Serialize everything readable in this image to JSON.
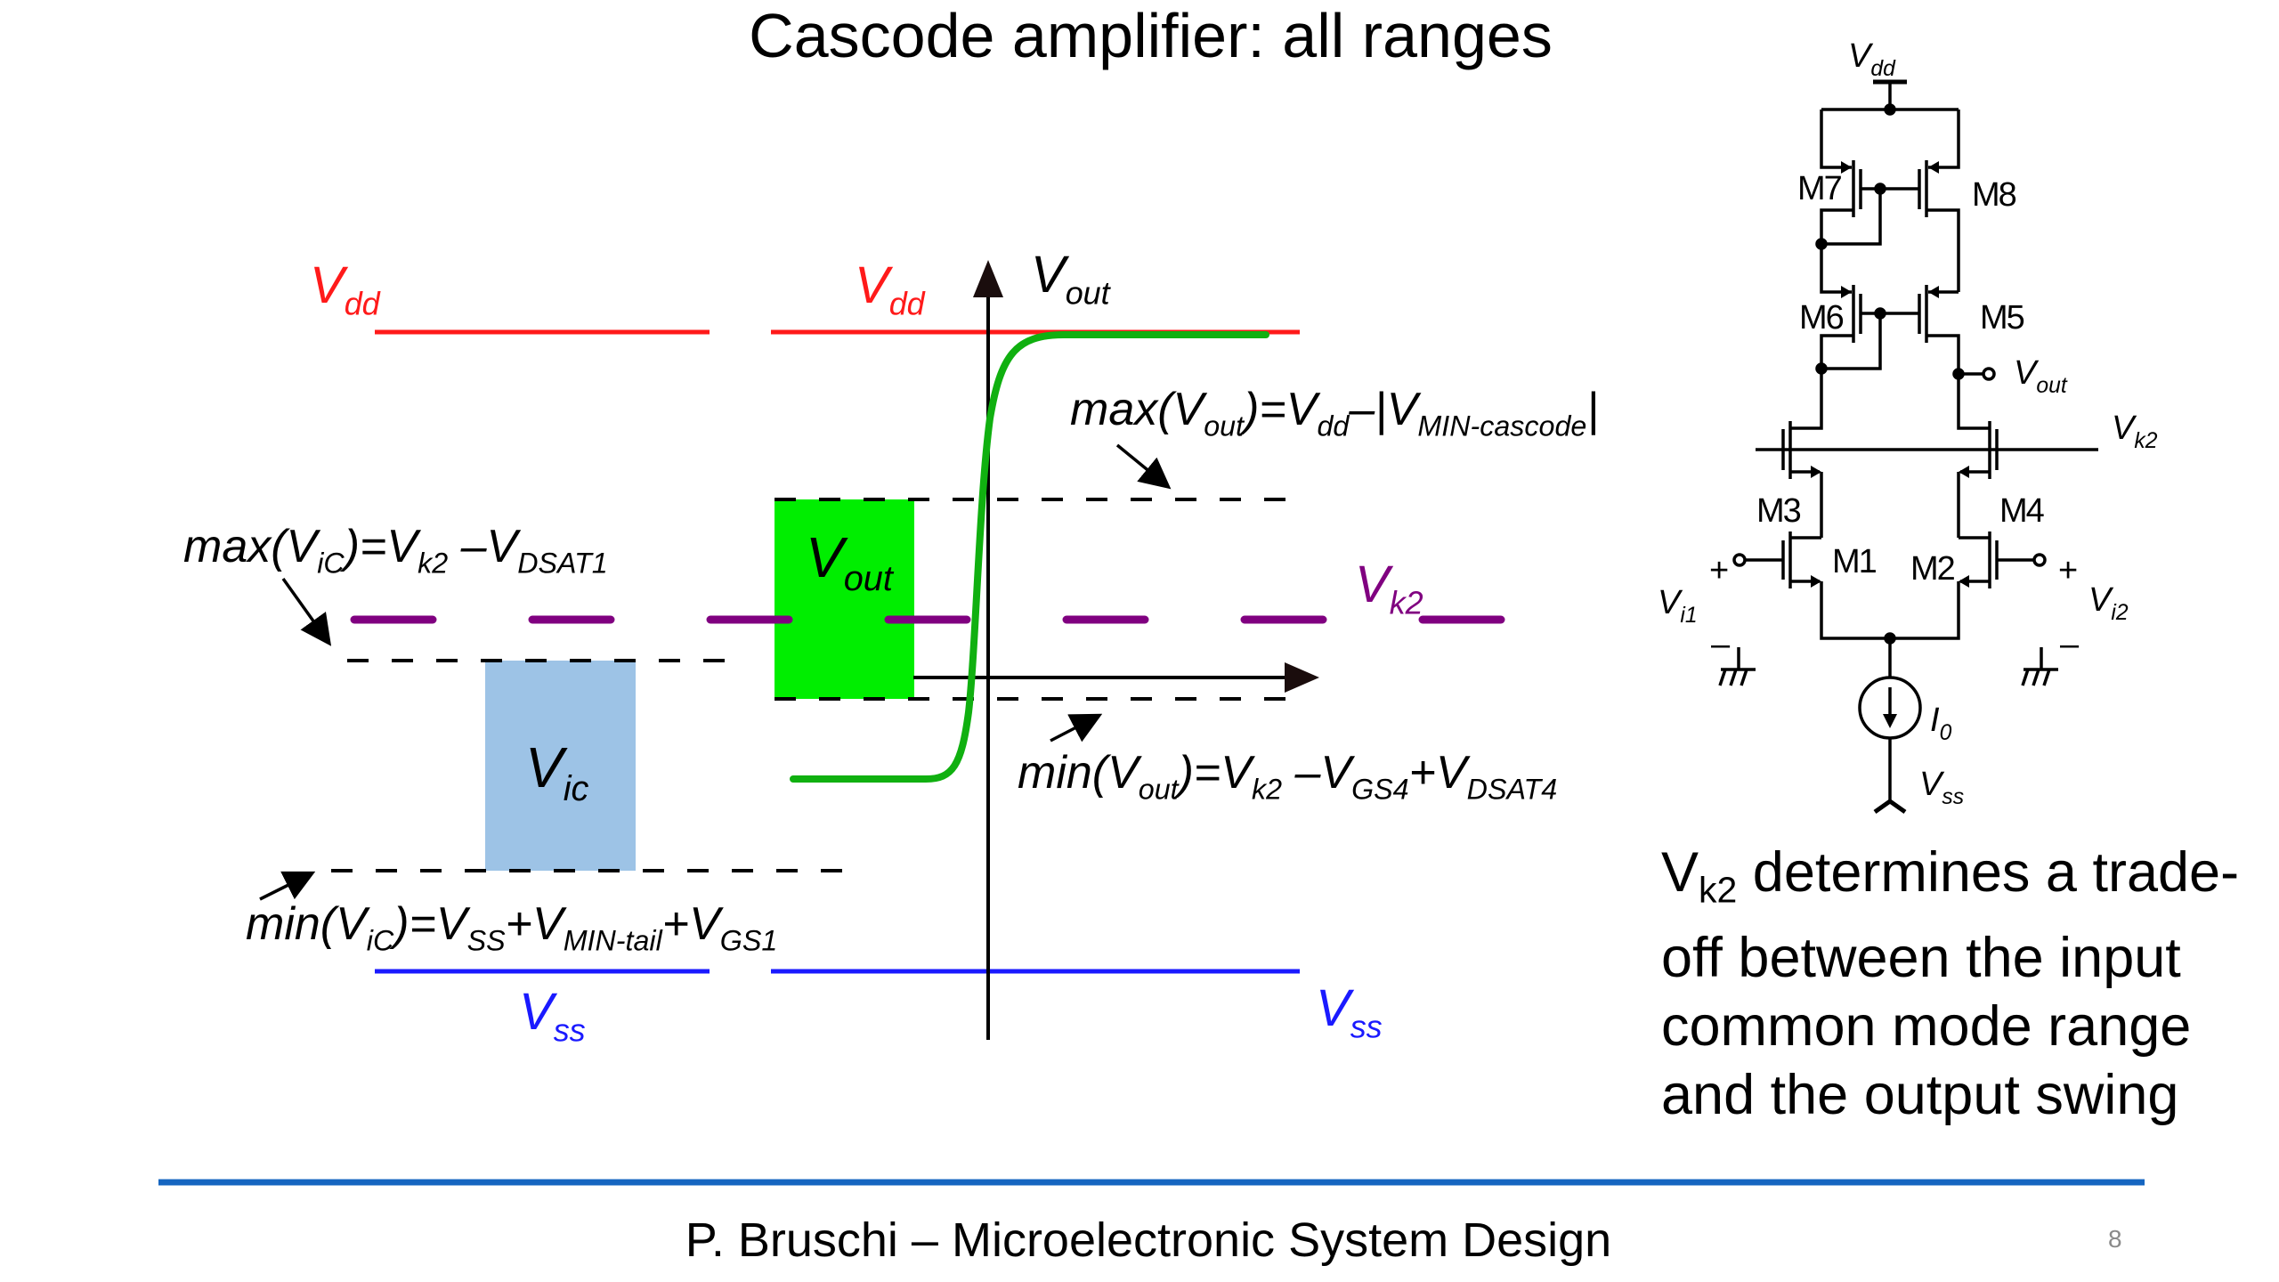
{
  "slide": {
    "title": "Cascode amplifier: all ranges",
    "footer": "P. Bruschi – Microelectronic System Design",
    "page_number": "8",
    "accent_color": "#1565c0"
  },
  "chart_data": {
    "type": "diagram",
    "title": "Cascode amplifier: all ranges",
    "axes": {
      "y_label": "V",
      "y_label_sub": "out",
      "x_label": ""
    },
    "levels": [
      {
        "name": "Vdd",
        "color": "#ff1a1a",
        "style": "solid"
      },
      {
        "name": "max(Vout)",
        "color": "#000000",
        "style": "dashed"
      },
      {
        "name": "Vk2",
        "color": "#800080",
        "style": "dashed"
      },
      {
        "name": "max(ViC)",
        "color": "#000000",
        "style": "dashed"
      },
      {
        "name": "min(Vout)",
        "color": "#000000",
        "style": "dashed"
      },
      {
        "name": "min(ViC)",
        "color": "#000000",
        "style": "dashed"
      },
      {
        "name": "Vss",
        "color": "#1a1aff",
        "style": "solid"
      }
    ],
    "boxes": [
      {
        "name": "Vout range",
        "color": "#00ee00",
        "from": "min(Vout)",
        "to": "max(Vout)"
      },
      {
        "name": "Vic range",
        "color": "#9dc3e6",
        "from": "min(ViC)",
        "to": "max(ViC)"
      }
    ],
    "transfer_curve": {
      "color": "#10b010",
      "low": "min(Vout)-ish",
      "high": "Vdd"
    }
  },
  "labels": {
    "vdd_left": {
      "main": "V",
      "sub": "dd"
    },
    "vdd_right": {
      "main": "V",
      "sub": "dd"
    },
    "vout_axis": {
      "main": "V",
      "sub": "out"
    },
    "vk2": {
      "main": "V",
      "sub": "k2"
    },
    "vss_left": {
      "main": "V",
      "sub": "ss"
    },
    "vss_right": {
      "main": "V",
      "sub": "ss"
    },
    "vout_box": {
      "main": "V",
      "sub": "out"
    },
    "vic_box": {
      "main": "V",
      "sub": "ic"
    }
  },
  "equations": {
    "max_vout": {
      "p1": "max(V",
      "s1": "out",
      "p2": ")=V",
      "s2": "dd",
      "p3": "–|V",
      "s3": "MIN-cascode",
      "p4": "|"
    },
    "max_vic": {
      "p1": "max(V",
      "s1": "iC",
      "p2": ")=V",
      "s2": "k2",
      "p3": " –V",
      "s3": "DSAT1"
    },
    "min_vout": {
      "p1": "min(V",
      "s1": "out",
      "p2": ")=V",
      "s2": "k2",
      "p3": " –V",
      "s3": "GS4",
      "p4": "+V",
      "s4": "DSAT4"
    },
    "min_vic": {
      "p1": "min(V",
      "s1": "iC",
      "p2": ")=V",
      "s2": "SS",
      "p3": "+V",
      "s3": "MIN-tail",
      "p4": "+V",
      "s4": "GS1"
    }
  },
  "schematic": {
    "vdd": {
      "main": "V",
      "sub": "dd"
    },
    "vout": {
      "main": "V",
      "sub": "out"
    },
    "vk2": {
      "main": "V",
      "sub": "k2"
    },
    "vi1": {
      "main": "V",
      "sub": "i1"
    },
    "vi2": {
      "main": "V",
      "sub": "i2"
    },
    "vss": {
      "main": "V",
      "sub": "ss"
    },
    "i0": {
      "main": "I",
      "sub": "0"
    },
    "plus": "+",
    "minus": "–",
    "transistors": [
      "M7",
      "M8",
      "M6",
      "M5",
      "M3",
      "M4",
      "M1",
      "M2"
    ]
  },
  "note": {
    "main": "V",
    "sub": "k2",
    "line1": " determines a trade-",
    "line2": "off between the input",
    "line3": "common mode range",
    "line4": "and the output swing"
  }
}
